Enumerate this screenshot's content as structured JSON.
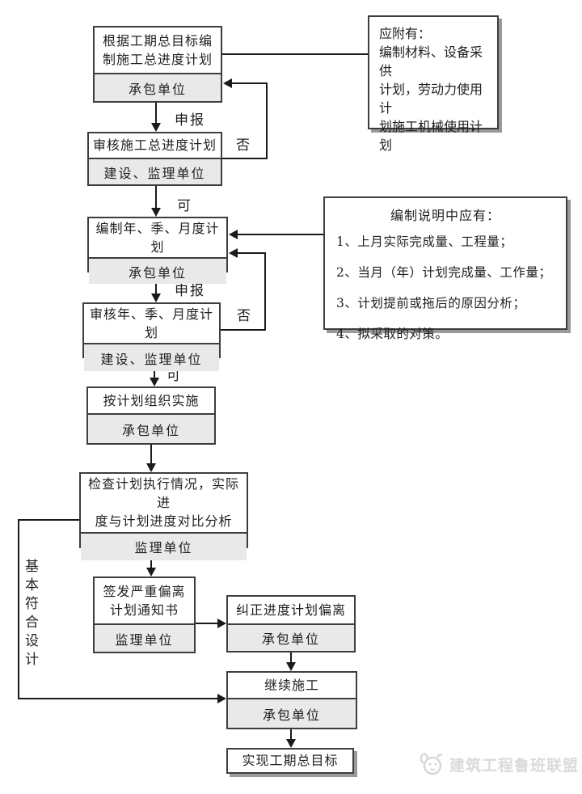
{
  "page": {
    "background": "#ffffff",
    "watermark_text": "建筑工程鲁班联盟"
  },
  "colors": {
    "box_border": "#3d3d3d",
    "actor_fill": "#e9e9e9",
    "connector": "#1a1a1a",
    "note_shadow": "#9a9a9a",
    "watermark": "#dadada"
  },
  "flowchart": {
    "boxes": [
      {
        "id": "compile-master-schedule",
        "lines": [
          "根据工期总目标编",
          "制施工总进度计划"
        ],
        "actor": "承包单位"
      },
      {
        "id": "review-master-schedule",
        "lines": [
          "审核施工总进度计划"
        ],
        "actor": "建设、监理单位"
      },
      {
        "id": "compile-periodic-plans",
        "lines": [
          "编制年、季、月度计划"
        ],
        "actor": "承包单位"
      },
      {
        "id": "review-periodic-plans",
        "lines": [
          "审核年、季、月度计划"
        ],
        "actor": "建设、监理单位"
      },
      {
        "id": "implement-per-plan",
        "lines": [
          "按计划组织实施"
        ],
        "actor": "承包单位"
      },
      {
        "id": "check-plan-execution",
        "lines": [
          "检查计划执行情况，实际进",
          "度与计划进度对比分析"
        ],
        "actor": "监理单位"
      },
      {
        "id": "issue-deviation-notice",
        "lines": [
          "签发严重偏离",
          "计划通知书"
        ],
        "actor": "监理单位"
      },
      {
        "id": "correct-schedule-deviation",
        "lines": [
          "纠正进度计划偏离"
        ],
        "actor": "承包单位"
      },
      {
        "id": "continue-construction",
        "lines": [
          "继续施工"
        ],
        "actor": "承包单位"
      },
      {
        "id": "achieve-duration-goal",
        "lines": [
          "实现工期总目标"
        ]
      }
    ],
    "notes": {
      "attachments": {
        "lines": [
          "应附有：",
          "编制材料、设备采供",
          "计划，劳动力使用计",
          "划施工机械使用计",
          "划"
        ]
      },
      "explanation": {
        "title": "编制说明中应有：",
        "items": [
          "1、上月实际完成量、工程量；",
          "2、当月（年）计划完成量、工作量；",
          "3、计划提前或拖后的原因分析；",
          "4、拟采取的对策。"
        ]
      }
    },
    "edge_labels": {
      "apply1": "申报",
      "no1": "否",
      "yes1": "可",
      "apply2": "申报",
      "no2": "否",
      "yes2": "可",
      "side_condition": "基本符合设计"
    }
  }
}
